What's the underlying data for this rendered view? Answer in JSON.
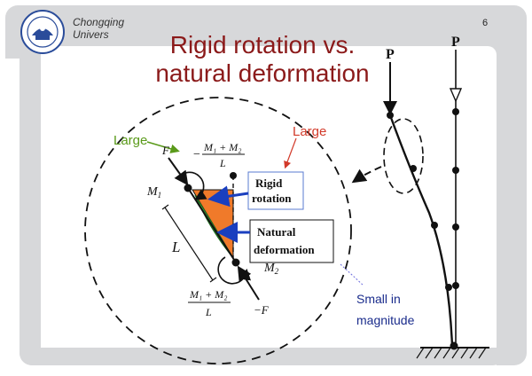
{
  "header": {
    "institution_line1": "Chongqing",
    "institution_line2": "Univers",
    "page_number": "6",
    "title_line1": "Rigid rotation vs.",
    "title_line2": "natural deformation"
  },
  "diagram": {
    "label_large_green": "Large",
    "label_large_red": "Large",
    "label_F_top": "F",
    "label_M1": "M",
    "label_M1_sub": "1",
    "label_M2": "M",
    "label_M2_sub": "2",
    "label_L": "L",
    "label_F_bottom": "−F",
    "frac_top_num": "M₁ + M₂",
    "frac_top_den": "L",
    "frac_top_sign": "−",
    "frac_bot_num": "M₁ + M₂",
    "frac_bot_den": "L",
    "box_rigid_line1": "Rigid",
    "box_rigid_line2": "rotation",
    "box_natural_line1": "Natural",
    "box_natural_line2": "deformation",
    "label_small_line1": "Small in",
    "label_small_line2": "magnitude",
    "label_P1": "P",
    "label_P2": "P"
  },
  "colors": {
    "title": "#8b1a1a",
    "large_green": "#5a9a1a",
    "large_red": "#d23a2a",
    "fill_orange": "#f07a2a",
    "arrow_blue": "#1a3fbf",
    "small_text": "#1a2c8c"
  }
}
